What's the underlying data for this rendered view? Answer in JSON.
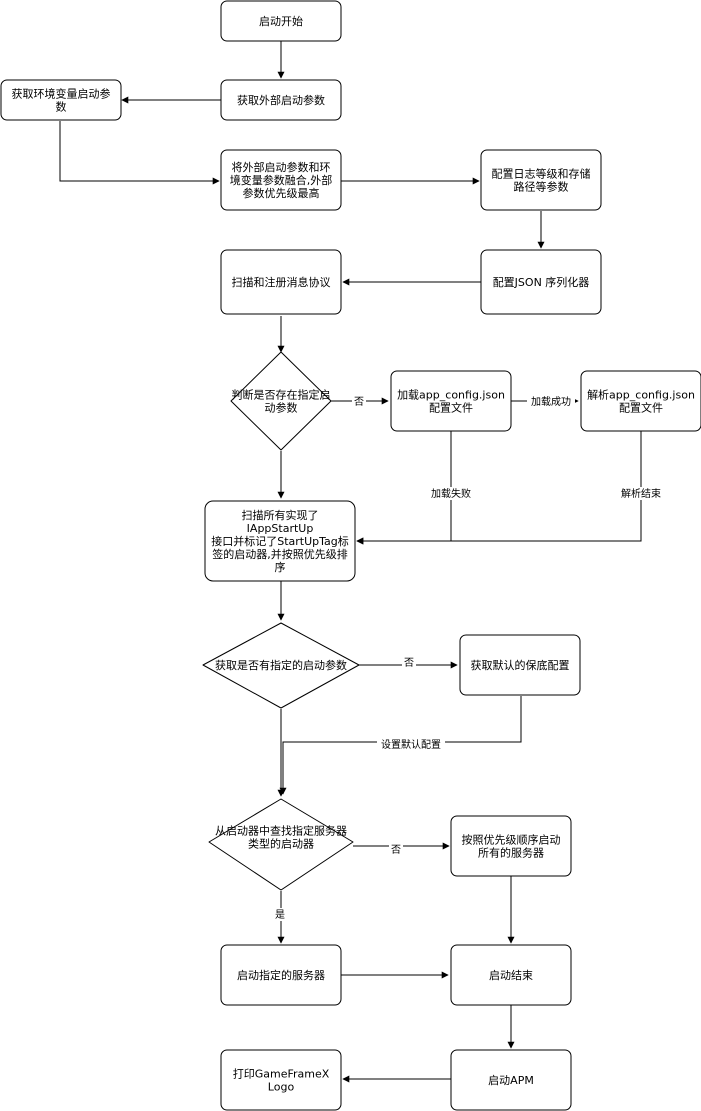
{
  "nodes": {
    "start": {
      "lines": [
        "启动开始"
      ]
    },
    "get_external_params": {
      "lines": [
        "获取外部启动参数"
      ]
    },
    "get_env_params": {
      "lines": [
        "获取环境变量启动参",
        "数"
      ]
    },
    "merge_params": {
      "lines": [
        "将外部启动参数和环",
        "境变量参数融合,外部",
        "参数优先级最高"
      ]
    },
    "config_log": {
      "lines": [
        "配置日志等级和存储",
        "路径等参数"
      ]
    },
    "config_json": {
      "lines": [
        "配置JSON 序列化器"
      ]
    },
    "scan_register_protocols": {
      "lines": [
        "扫描和注册消息协议"
      ]
    },
    "check_params_exist": {
      "lines": [
        "判断是否存在指定启",
        "动参数"
      ]
    },
    "load_app_config": {
      "lines": [
        "加载app_config.json",
        "配置文件"
      ]
    },
    "parse_app_config": {
      "lines": [
        "解析app_config.json",
        "配置文件"
      ]
    },
    "scan_startups": {
      "lines": [
        "扫描所有实现了",
        "IAppStartUp",
        "接口并标记了StartUpTag标",
        "签的启动器,并按照优先级排",
        "序"
      ]
    },
    "check_specified_param": {
      "lines": [
        "获取是否有指定的启动参数"
      ]
    },
    "get_default_config": {
      "lines": [
        "获取默认的保底配置"
      ]
    },
    "find_server_startup": {
      "lines": [
        "从启动器中查找指定服务器",
        "类型的启动器"
      ]
    },
    "start_all_servers": {
      "lines": [
        "按照优先级顺序启动",
        "所有的服务器"
      ]
    },
    "start_specified_server": {
      "lines": [
        "启动指定的服务器"
      ]
    },
    "startup_end": {
      "lines": [
        "启动结束"
      ]
    },
    "start_apm": {
      "lines": [
        "启动APM"
      ]
    },
    "print_logo": {
      "lines": [
        "打印GameFrameX",
        "Logo"
      ]
    }
  },
  "edge_labels": {
    "no_1": "否",
    "load_success": "加载成功",
    "load_failed": "加载失败",
    "parse_end": "解析结束",
    "no_2": "否",
    "set_default_config": "设置默认配置",
    "no_3": "否",
    "yes": "是"
  }
}
